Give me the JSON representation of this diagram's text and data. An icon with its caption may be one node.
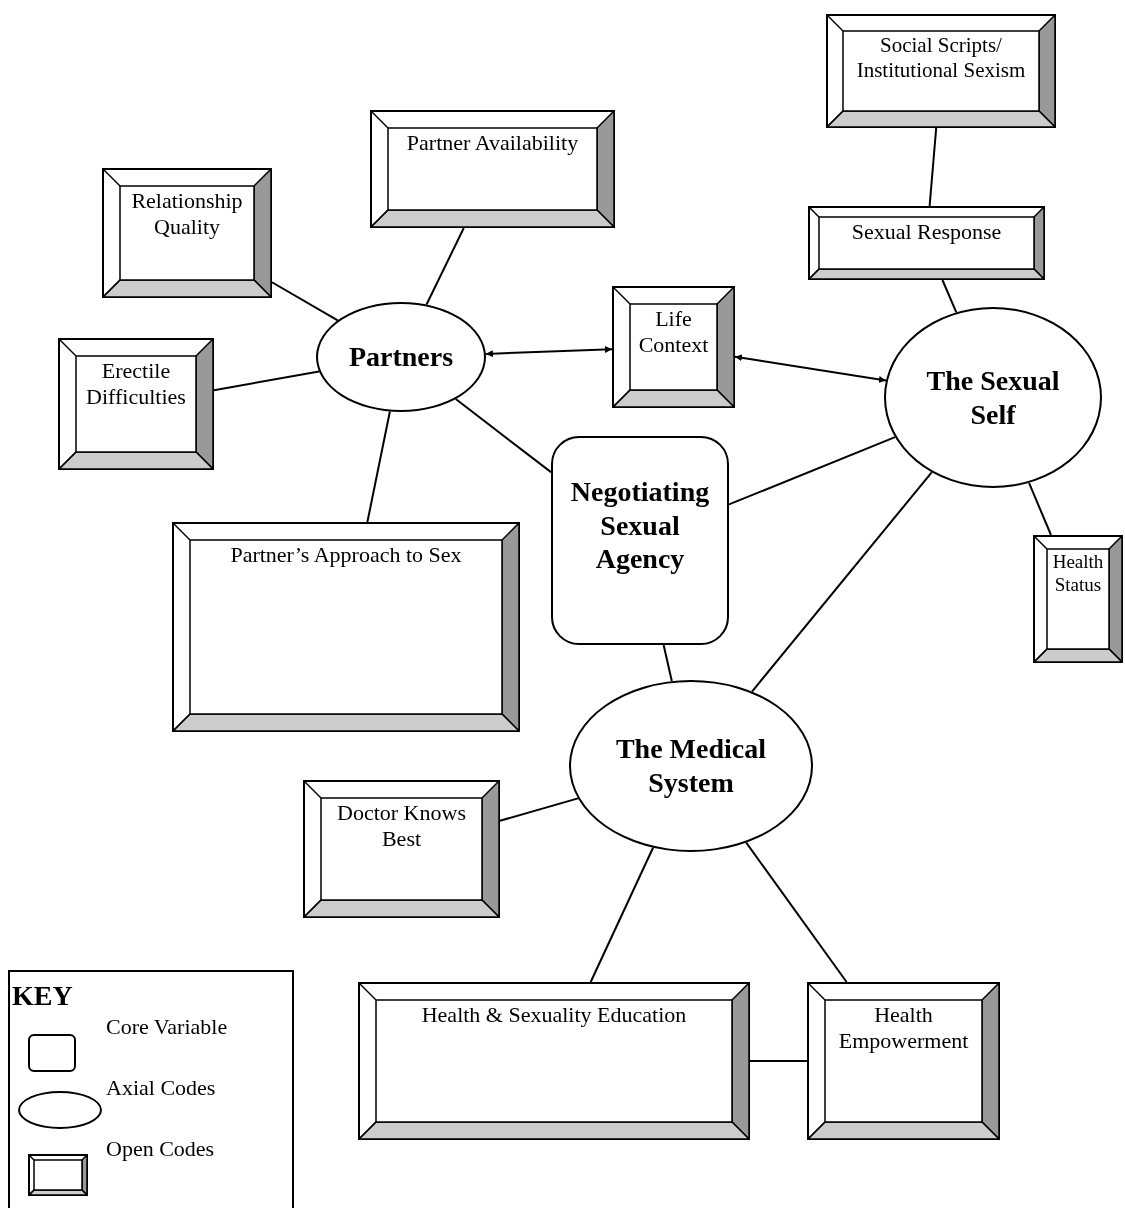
{
  "diagram": {
    "nodes": [
      {
        "text": [
          "Social Scripts/ Institutional Sexism"
        ]
      },
      {
        "text": [
          "Partner Availability"
        ]
      },
      {
        "text": [
          "Relationship Quality"
        ]
      },
      {
        "text": [
          "Sexual Response"
        ]
      },
      {
        "text": [
          "Partners"
        ]
      },
      {
        "text": [
          "Life Context"
        ]
      },
      {
        "text": [
          "The Sexual Self"
        ]
      },
      {
        "text": [
          "Erectile Difficulties"
        ]
      },
      {
        "text": [
          "Negotiating Sexual Agency"
        ]
      },
      {
        "text": [
          "Partner’s Approach to Sex"
        ]
      },
      {
        "text": [
          "Health Status"
        ]
      },
      {
        "text": [
          "The Medical System"
        ]
      },
      {
        "text": [
          "Doctor Knows Best"
        ]
      },
      {
        "text": [
          "Health & Sexuality Education"
        ]
      },
      {
        "text": [
          "Health Empowerment"
        ]
      }
    ],
    "edges": [
      {
        "from": 0,
        "to": 3,
        "arrow": "none"
      },
      {
        "from": 3,
        "to": 6,
        "arrow": "none"
      },
      {
        "from": 1,
        "to": 4,
        "arrow": "none"
      },
      {
        "from": 2,
        "to": 4,
        "arrow": "none"
      },
      {
        "from": 7,
        "to": 4,
        "arrow": "none"
      },
      {
        "from": 9,
        "to": 4,
        "arrow": "none"
      },
      {
        "from": 4,
        "to": 8,
        "arrow": "none"
      },
      {
        "from": 4,
        "to": 5,
        "arrow": "both"
      },
      {
        "from": 5,
        "to": 6,
        "arrow": "both"
      },
      {
        "from": 8,
        "to": 6,
        "arrow": "none"
      },
      {
        "from": 6,
        "to": 10,
        "arrow": "none"
      },
      {
        "from": 6,
        "to": 11,
        "arrow": "none"
      },
      {
        "from": 8,
        "to": 11,
        "arrow": "none"
      },
      {
        "from": 12,
        "to": 11,
        "arrow": "none"
      },
      {
        "from": 13,
        "to": 11,
        "arrow": "none"
      },
      {
        "from": 14,
        "to": 11,
        "arrow": "none"
      },
      {
        "from": 13,
        "to": 14,
        "arrow": "none"
      }
    ],
    "labels": [
      "KEY"
    ],
    "legend": [
      {
        "text": "Core Variable"
      },
      {
        "text": "Axial Codes"
      },
      {
        "text": "Open Codes"
      }
    ]
  }
}
